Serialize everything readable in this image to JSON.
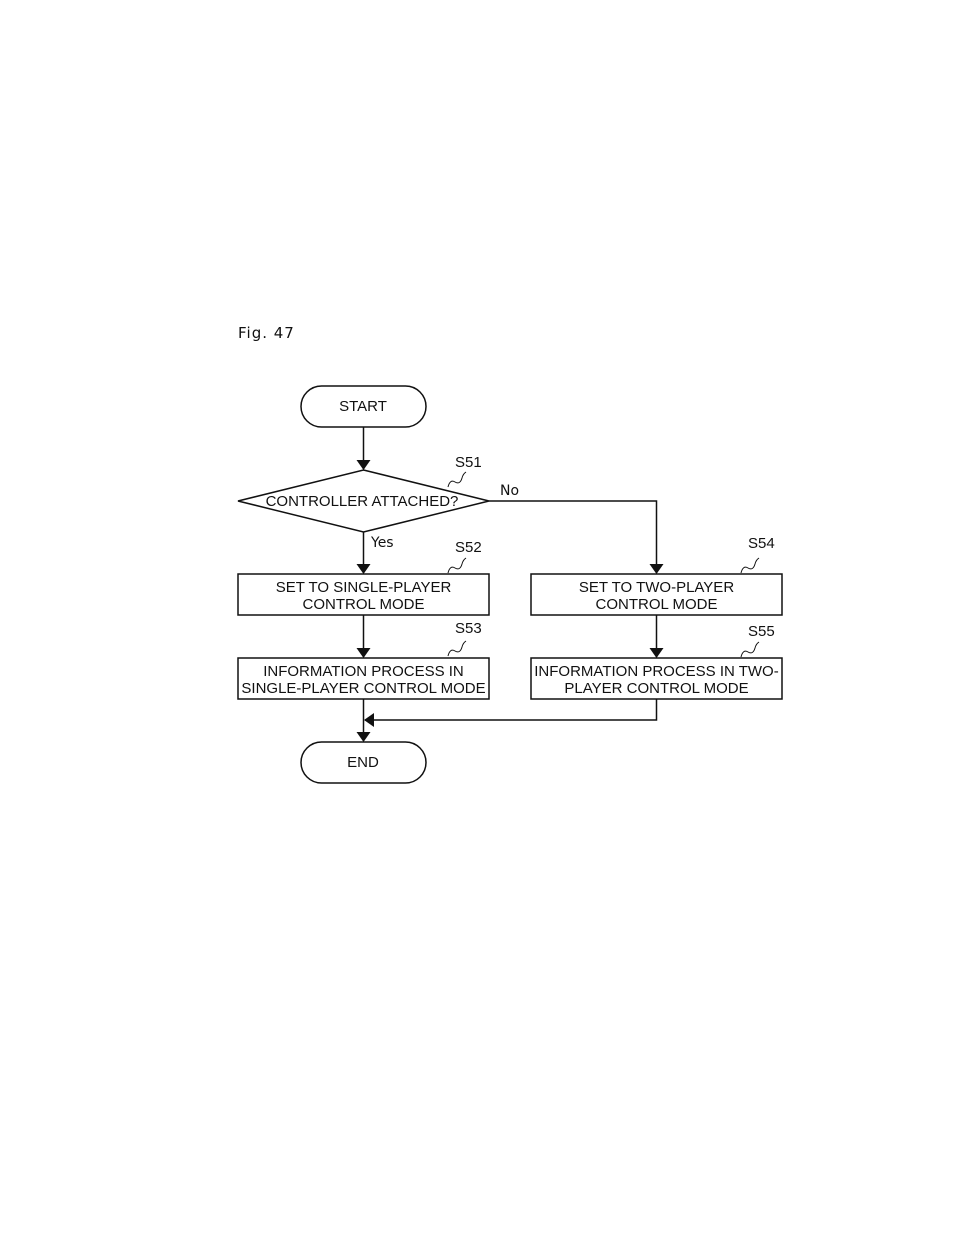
{
  "figure": {
    "label": "Fig. 47"
  },
  "nodes": {
    "start": {
      "text": "START"
    },
    "s51": {
      "step": "S51",
      "text": "CONTROLLER ATTACHED?"
    },
    "s52": {
      "step": "S52",
      "line1": "SET TO SINGLE-PLAYER",
      "line2": "CONTROL MODE"
    },
    "s53": {
      "step": "S53",
      "line1": "INFORMATION PROCESS IN",
      "line2": "SINGLE-PLAYER CONTROL MODE"
    },
    "s54": {
      "step": "S54",
      "line1": "SET TO TWO-PLAYER",
      "line2": "CONTROL MODE"
    },
    "s55": {
      "step": "S55",
      "line1": "INFORMATION PROCESS IN TWO-",
      "line2": "PLAYER CONTROL MODE"
    },
    "end": {
      "text": "END"
    }
  },
  "edges": {
    "yes": "Yes",
    "no": "No"
  },
  "colors": {
    "line": "#111111",
    "background": "#ffffff"
  }
}
